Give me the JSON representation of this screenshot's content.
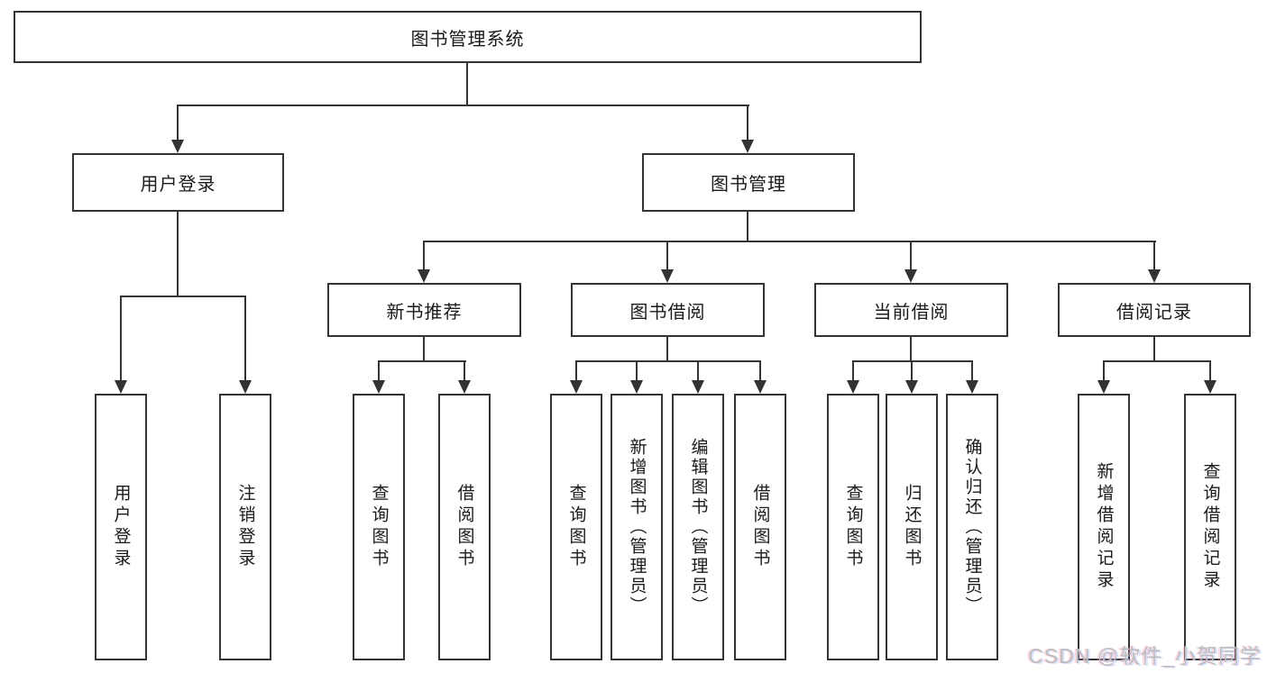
{
  "diagram_type": "hierarchy",
  "colors": {
    "line": "#333333",
    "box_border": "#333333",
    "box_background": "#ffffff",
    "text": "#1a1a1a",
    "watermark": "#bdbdbd"
  },
  "tree": {
    "label": "图书管理系统",
    "children": [
      {
        "label": "用户登录",
        "children": [
          {
            "label": "用户登录"
          },
          {
            "label": "注销登录"
          }
        ]
      },
      {
        "label": "图书管理",
        "children": [
          {
            "label": "新书推荐",
            "children": [
              {
                "label": "查询图书"
              },
              {
                "label": "借阅图书"
              }
            ]
          },
          {
            "label": "图书借阅",
            "children": [
              {
                "label": "查询图书"
              },
              {
                "label": "新增图书（管理员）"
              },
              {
                "label": "编辑图书（管理员）"
              },
              {
                "label": "借阅图书"
              }
            ]
          },
          {
            "label": "当前借阅",
            "children": [
              {
                "label": "查询图书"
              },
              {
                "label": "归还图书"
              },
              {
                "label": "确认归还（管理员）"
              }
            ]
          },
          {
            "label": "借阅记录",
            "children": [
              {
                "label": "新增借阅记录"
              },
              {
                "label": "查询借阅记录"
              }
            ]
          }
        ]
      }
    ]
  },
  "watermark": {
    "text": "CSDN @软件_小贺同学"
  }
}
